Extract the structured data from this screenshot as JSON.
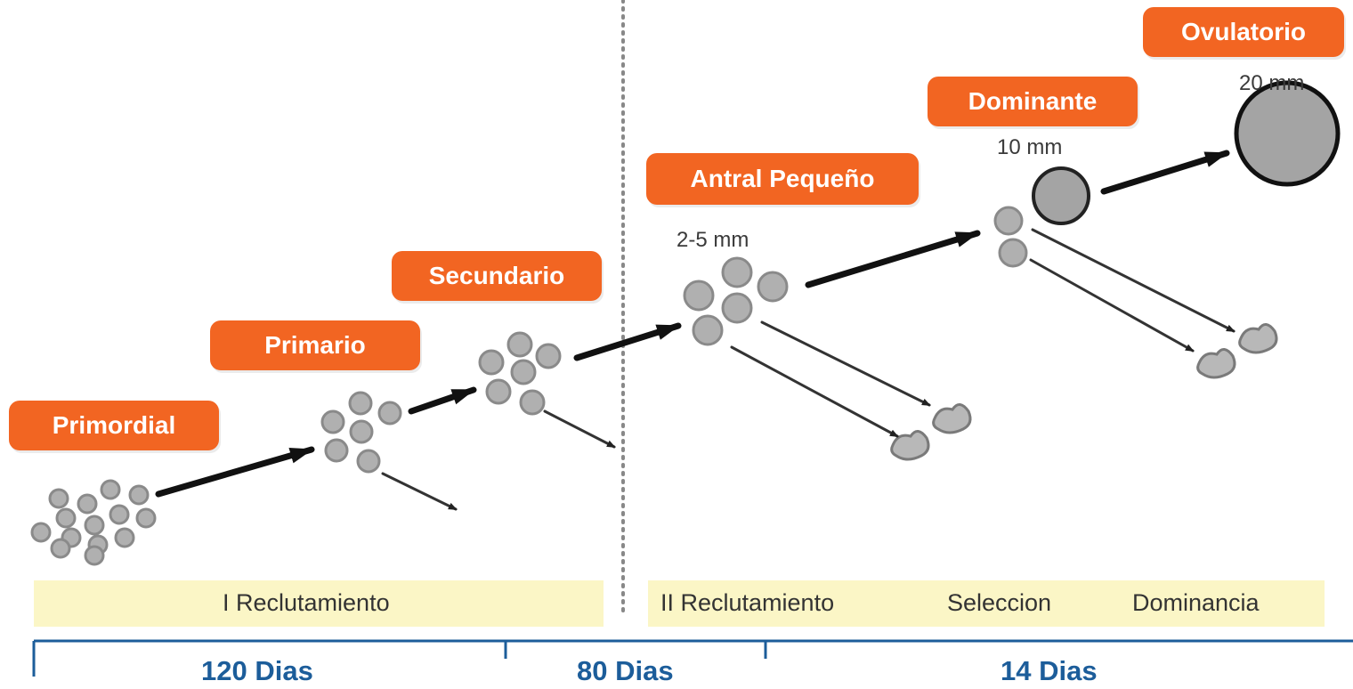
{
  "stages": {
    "primordial": "Primordial",
    "primario": "Primario",
    "secundario": "Secundario",
    "antral": "Antral Pequeño",
    "dominante": "Dominante",
    "ovulatorio": "Ovulatorio"
  },
  "sizes": {
    "antral": "2-5 mm",
    "dominante": "10 mm",
    "ovulatorio": "20 mm"
  },
  "phases": {
    "reclutamiento_1": "I  Reclutamiento",
    "reclutamiento_2": "II Reclutamiento",
    "seleccion": "Seleccion",
    "dominancia": "Dominancia"
  },
  "durations": {
    "d1": "120 Dias",
    "d2": "80 Dias",
    "d3": "14 Dias"
  },
  "colors": {
    "label_bg": "#f26522",
    "label_text": "#ffffff",
    "follicle_fill": "#b0b0b0",
    "phase_band": "#fbf6c6",
    "duration_text": "#1c5d9a",
    "timeline": "#1c5d9a"
  }
}
